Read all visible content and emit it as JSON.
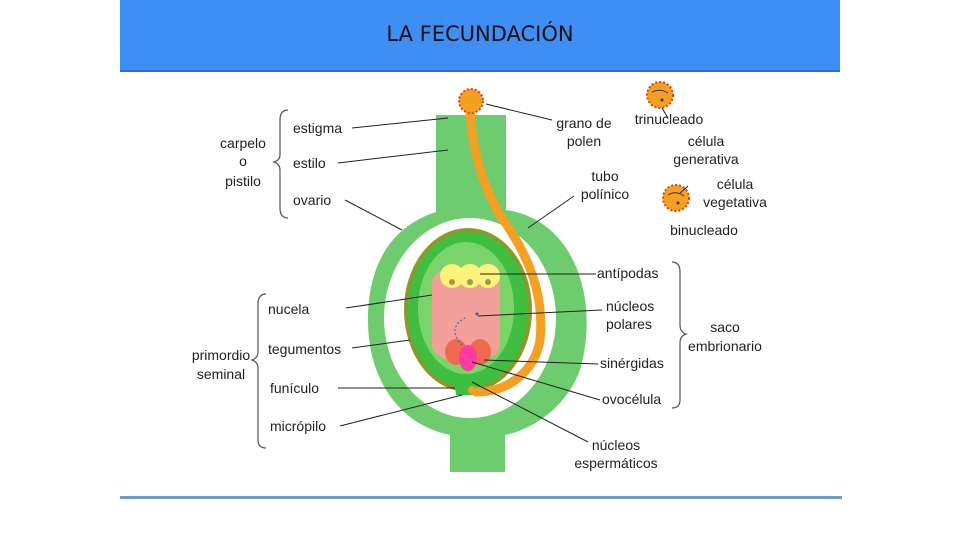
{
  "title": "LA FECUNDACIÓN",
  "labels": {
    "carpelo": [
      "carpelo",
      "o",
      "pistilo"
    ],
    "estigma": "estigma",
    "estilo": "estilo",
    "ovario": "ovario",
    "grano": [
      "grano de",
      "polen"
    ],
    "trinucleado": "trinucleado",
    "celula_generativa": [
      "célula",
      "generativa"
    ],
    "tubo": [
      "tubo",
      "polínico"
    ],
    "celula_vegetativa": [
      "célula",
      "vegetativa"
    ],
    "binucleado": "binucleado",
    "antipodas": "antípodas",
    "nucleos_polares": [
      "núcleos",
      "polares"
    ],
    "saco": [
      "saco",
      "embrionario"
    ],
    "sinergidas": "sinérgidas",
    "ovocelula": "ovocélula",
    "nucleos_espermaticos": [
      "núcleos",
      "espermáticos"
    ],
    "nucela": "nucela",
    "primordio": [
      "primordio",
      "seminal"
    ],
    "tegumentos": "tegumentos",
    "funiculo": "funículo",
    "micropilo": "micrópilo"
  },
  "colors": {
    "header": "#3d8ef5",
    "pistil": "#6dcc6d",
    "tegument": "#3fbf3f",
    "tegument_border": "#8a9a2a",
    "nucela": "#f4a09a",
    "pollen_tube": "#f5a020",
    "antipodas": "#fff27a",
    "sinergidas": "#f06a50",
    "ovocelula": "#ff3aa0"
  }
}
